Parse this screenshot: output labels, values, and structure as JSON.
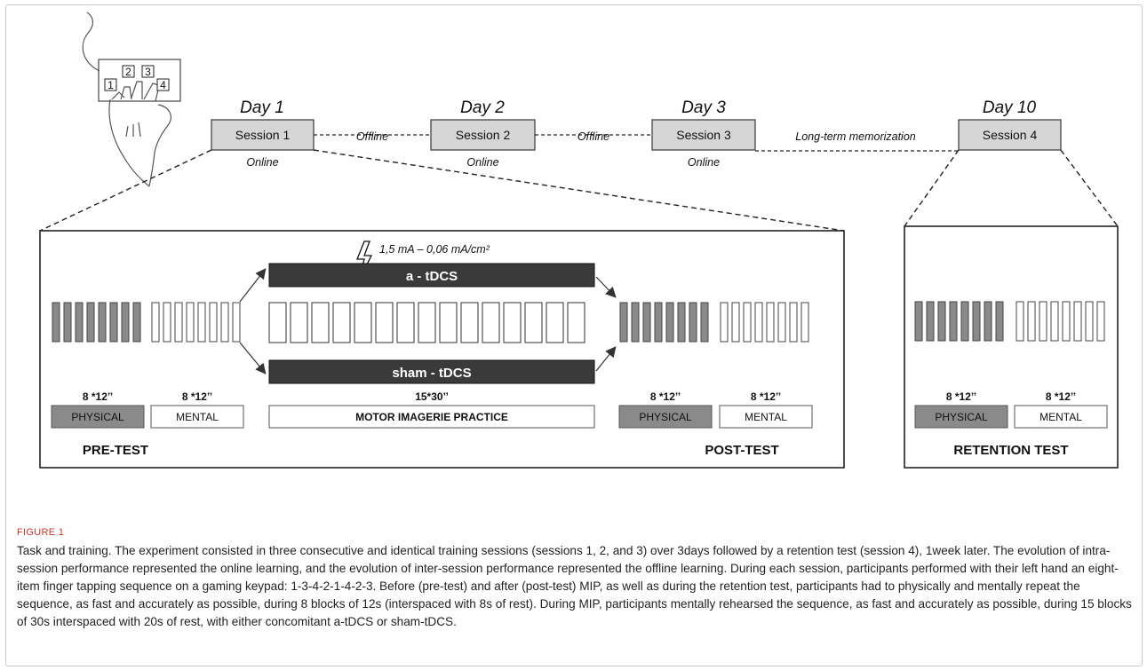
{
  "keypad": {
    "keys": [
      "1",
      "2",
      "3",
      "4"
    ]
  },
  "timeline": {
    "sessions": [
      {
        "day": "Day 1",
        "label": "Session 1",
        "mode": "Online"
      },
      {
        "day": "Day 2",
        "label": "Session 2",
        "mode": "Online"
      },
      {
        "day": "Day 3",
        "label": "Session 3",
        "mode": "Online"
      },
      {
        "day": "Day 10",
        "label": "Session 4",
        "mode": ""
      }
    ],
    "gaps": [
      "Offline",
      "Offline",
      "Long-term memorization"
    ]
  },
  "session_detail": {
    "current": "1,5 mA – 0,06 mA/cm²",
    "stim_a": "a - tDCS",
    "stim_sham": "sham - tDCS",
    "pre": {
      "physical_dur": "8 *12’’",
      "physical": "PHYSICAL",
      "mental_dur": "8 *12’’",
      "mental": "MENTAL",
      "title": "PRE-TEST"
    },
    "mip": {
      "dur": "15*30’’",
      "label": "MOTOR IMAGERIE PRACTICE"
    },
    "post": {
      "physical_dur": "8 *12’’",
      "physical": "PHYSICAL",
      "mental_dur": "8 *12’’",
      "mental": "MENTAL",
      "title": "POST-TEST"
    }
  },
  "retention": {
    "physical_dur": "8 *12’’",
    "physical": "PHYSICAL",
    "mental_dur": "8 *12’’",
    "mental": "MENTAL",
    "title": "RETENTION TEST"
  },
  "colors": {
    "physical_fill": "#8a8a8a",
    "stim_fill": "#3a3a3a",
    "session_fill": "#d6d6d6",
    "figure_label": "#c0392b"
  },
  "figure": {
    "label": "FIGURE 1",
    "caption": "Task and training. The experiment consisted in three consecutive and identical training sessions (sessions 1, 2, and 3) over 3days followed by a retention test (session 4), 1week later. The evolution of intra-session performance represented the online learning, and the evolution of inter-session performance represented the offline learning. During each session, participants performed with their left hand an eight-item finger tapping sequence on a gaming keypad: 1-3-4-2-1-4-2-3. Before (pre-test) and after (post-test) MIP, as well as during the retention test, participants had to physically and mentally repeat the sequence, as fast and accurately as possible, during 8 blocks of 12s (interspaced with 8s of rest). During MIP, participants mentally rehearsed the sequence, as fast and accurately as possible, during 15 blocks of 30s interspaced with 20s of rest, with either concomitant a-tDCS or sham-tDCS."
  }
}
